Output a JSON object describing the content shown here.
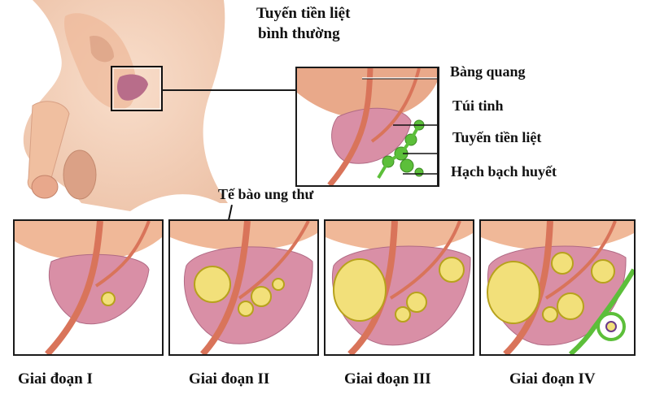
{
  "title": {
    "line1": "Tuyến tiền liệt",
    "line2": "bình thường"
  },
  "anatomy_labels": {
    "bladder": "Bàng quang",
    "seminal_vesicle": "Túi tinh",
    "prostate": "Tuyến tiền liệt",
    "lymph_node": "Hạch bạch huyết"
  },
  "cancer_cell_label": "Tế bào ung thư",
  "stages": [
    {
      "label": "Giai đoạn I"
    },
    {
      "label": "Giai đoạn II"
    },
    {
      "label": "Giai đoạn III"
    },
    {
      "label": "Giai đoạn IV"
    }
  ],
  "colors": {
    "skin": "#f3c9ad",
    "bladder": "#e9a98a",
    "prostate": "#d98fa6",
    "tumor": "#f2e07a",
    "tumor_outline": "#b7a21c",
    "lymph": "#5cbf3a",
    "urethra": "#d9745a",
    "frame": "#1a1a1a"
  }
}
